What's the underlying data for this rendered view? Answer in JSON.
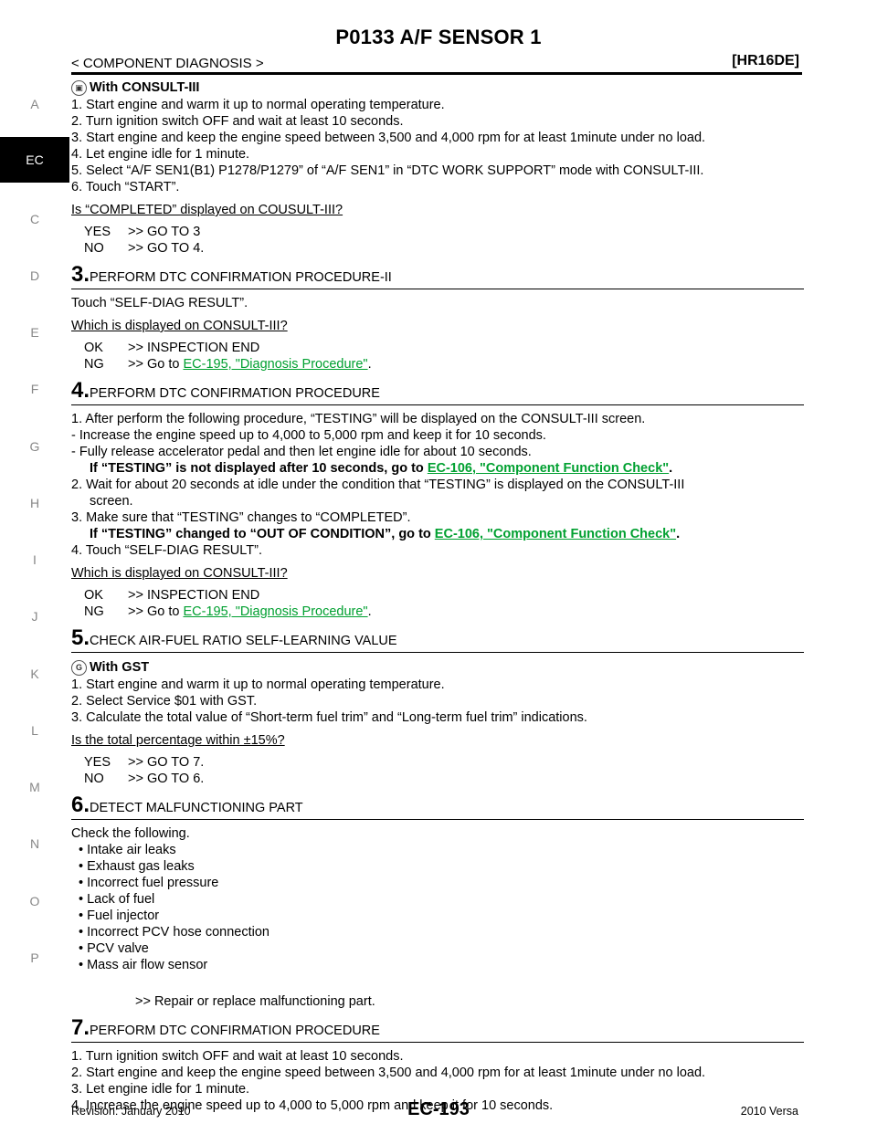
{
  "header": {
    "title": "P0133 A/F SENSOR 1",
    "section": "< COMPONENT DIAGNOSIS >",
    "model": "[HR16DE]"
  },
  "side_nav": [
    "A",
    "EC",
    "C",
    "D",
    "E",
    "F",
    "G",
    "H",
    "I",
    "J",
    "K",
    "L",
    "M",
    "N",
    "O",
    "P"
  ],
  "body": {
    "consult_label": "With CONSULT-III",
    "consult_steps": [
      "1. Start engine and warm it up to normal operating temperature.",
      "2. Turn ignition switch OFF and wait at least 10 seconds.",
      "3. Start engine and keep the engine speed between 3,500 and 4,000 rpm for at least 1minute under no load.",
      "4. Let engine idle for 1 minute.",
      "5. Select “A/F SEN1(B1) P1278/P1279” of “A/F SEN1” in “DTC WORK SUPPORT” mode with CONSULT-III.",
      "6. Touch “START”."
    ],
    "q1": "Is “COMPLETED” displayed on COUSULT-III?",
    "q1_yes_key": "YES",
    "q1_yes": ">> GO TO 3",
    "q1_no_key": "NO",
    "q1_no": ">> GO TO 4.",
    "s3_num": "3.",
    "s3_title": "PERFORM DTC CONFIRMATION PROCEDURE-II",
    "s3_text": "Touch “SELF-DIAG RESULT”.",
    "q3": "Which is displayed on CONSULT-III?",
    "q3_ok_key": "OK",
    "q3_ok": ">> INSPECTION END",
    "q3_ng_key": "NG",
    "q3_ng_prefix": ">> Go to ",
    "q3_ng_link": "EC-195, \"Diagnosis Procedure\"",
    "q3_ng_suffix": ".",
    "s4_num": "4.",
    "s4_title": "PERFORM DTC CONFIRMATION PROCEDURE",
    "s4_l1": "1. After perform the following procedure, “TESTING” will be displayed on the CONSULT-III screen.",
    "s4_l2": "- Increase the engine speed up to 4,000 to 5,000 rpm and keep it for 10 seconds.",
    "s4_l3": "- Fully release accelerator pedal and then let engine idle for about 10 seconds.",
    "s4_b1_prefix": "If “TESTING” is not displayed after 10 seconds, go to ",
    "s4_b1_link": "EC-106, \"Component Function Check\"",
    "s4_b1_suffix": ".",
    "s4_l4": "2. Wait for about 20 seconds at idle under the condition that “TESTING” is displayed on the CONSULT-III",
    "s4_l4b": "screen.",
    "s4_l5": "3. Make sure that “TESTING” changes to “COMPLETED”.",
    "s4_b2_prefix": "If “TESTING” changed to “OUT OF CONDITION”, go to ",
    "s4_b2_link": "EC-106, \"Component Function Check\"",
    "s4_b2_suffix": ".",
    "s4_l6": "4. Touch “SELF-DIAG RESULT”.",
    "q4": "Which is displayed on CONSULT-III?",
    "q4_ok_key": "OK",
    "q4_ok": ">> INSPECTION END",
    "q4_ng_key": "NG",
    "q4_ng_prefix": ">> Go to ",
    "q4_ng_link": "EC-195, \"Diagnosis Procedure\"",
    "q4_ng_suffix": ".",
    "s5_num": "5.",
    "s5_title": "CHECK AIR-FUEL RATIO SELF-LEARNING VALUE",
    "gst_label": "With GST",
    "gst_steps": [
      "1. Start engine and warm it up to normal operating temperature.",
      "2. Select Service $01 with GST.",
      "3. Calculate the total value of “Short-term fuel trim” and “Long-term fuel trim” indications."
    ],
    "q5": "Is the total percentage within ±15%?",
    "q5_yes_key": "YES",
    "q5_yes": ">> GO TO 7.",
    "q5_no_key": "NO",
    "q5_no": ">> GO TO 6.",
    "s6_num": "6.",
    "s6_title": "DETECT MALFUNCTIONING PART",
    "s6_intro": "Check the following.",
    "s6_items": [
      "• Intake air leaks",
      "• Exhaust gas leaks",
      "• Incorrect fuel pressure",
      "• Lack of fuel",
      "• Fuel injector",
      "• Incorrect PCV hose connection",
      "• PCV valve",
      "• Mass air flow sensor"
    ],
    "s6_action": ">> Repair or replace malfunctioning part.",
    "s7_num": "7.",
    "s7_title": "PERFORM DTC CONFIRMATION PROCEDURE",
    "s7_steps": [
      "1. Turn ignition switch OFF and wait at least 10 seconds.",
      "2. Start engine and keep the engine speed between 3,500 and 4,000 rpm for at least 1minute under no load.",
      "3. Let engine idle for 1 minute.",
      "4. Increase the engine speed up to 4,000 to 5,000 rpm and keep it for 10 seconds."
    ]
  },
  "footer": {
    "revision": "Revision: January 2010",
    "page": "EC-193",
    "model": "2010 Versa"
  }
}
